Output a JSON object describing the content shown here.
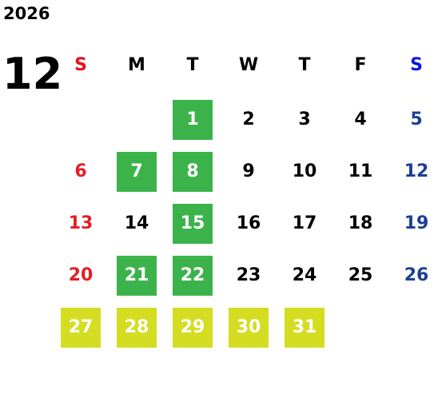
{
  "calendar": {
    "year": "2026",
    "month": "12",
    "weekdays": [
      {
        "label": "S",
        "color": "#e4101b"
      },
      {
        "label": "M",
        "color": "#000000"
      },
      {
        "label": "T",
        "color": "#000000"
      },
      {
        "label": "W",
        "color": "#000000"
      },
      {
        "label": "T",
        "color": "#000000"
      },
      {
        "label": "F",
        "color": "#000000"
      },
      {
        "label": "S",
        "color": "#0a16e0"
      }
    ],
    "day_colors": {
      "sunday": "#e21f26",
      "weekday": "#000000",
      "saturday": "#1c3f94",
      "highlight_green": "#3bb34a",
      "highlight_yellow": "#d4dd22",
      "highlight_text": "#ffffff"
    },
    "first_weekday_index": 2,
    "days": [
      {
        "day": "1",
        "highlight": "green"
      },
      {
        "day": "2"
      },
      {
        "day": "3"
      },
      {
        "day": "4"
      },
      {
        "day": "5"
      },
      {
        "day": "6"
      },
      {
        "day": "7",
        "highlight": "green"
      },
      {
        "day": "8",
        "highlight": "green"
      },
      {
        "day": "9"
      },
      {
        "day": "10"
      },
      {
        "day": "11"
      },
      {
        "day": "12"
      },
      {
        "day": "13"
      },
      {
        "day": "14"
      },
      {
        "day": "15",
        "highlight": "green"
      },
      {
        "day": "16"
      },
      {
        "day": "17"
      },
      {
        "day": "18"
      },
      {
        "day": "19"
      },
      {
        "day": "20"
      },
      {
        "day": "21",
        "highlight": "green"
      },
      {
        "day": "22",
        "highlight": "green"
      },
      {
        "day": "23"
      },
      {
        "day": "24"
      },
      {
        "day": "25"
      },
      {
        "day": "26"
      },
      {
        "day": "27",
        "highlight": "yellow"
      },
      {
        "day": "28",
        "highlight": "yellow"
      },
      {
        "day": "29",
        "highlight": "yellow"
      },
      {
        "day": "30",
        "highlight": "yellow"
      },
      {
        "day": "31",
        "highlight": "yellow"
      }
    ]
  }
}
